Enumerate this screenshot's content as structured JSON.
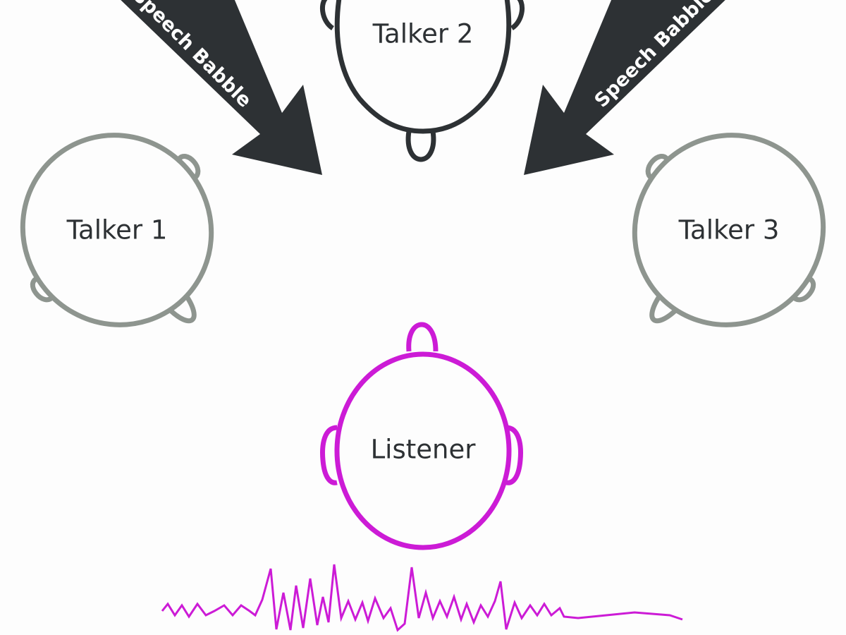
{
  "colors": {
    "background": "#fdfdfd",
    "talker_active": "#2d3134",
    "talker_inactive": "#8e958f",
    "listener": "#cc1bd6",
    "arrow_fill": "#2d3134",
    "arrow_text": "#ffffff"
  },
  "talkers": [
    {
      "id": "talker-1",
      "label": "Talker 1",
      "state": "inactive"
    },
    {
      "id": "talker-2",
      "label": "Talker 2",
      "state": "active"
    },
    {
      "id": "talker-3",
      "label": "Talker 3",
      "state": "inactive"
    }
  ],
  "listener": {
    "label": "Listener"
  },
  "arrows": [
    {
      "id": "left",
      "label": "Speech Babble"
    },
    {
      "id": "right",
      "label": "Speech Babble"
    }
  ],
  "waveform": {
    "color_key": "listener"
  }
}
